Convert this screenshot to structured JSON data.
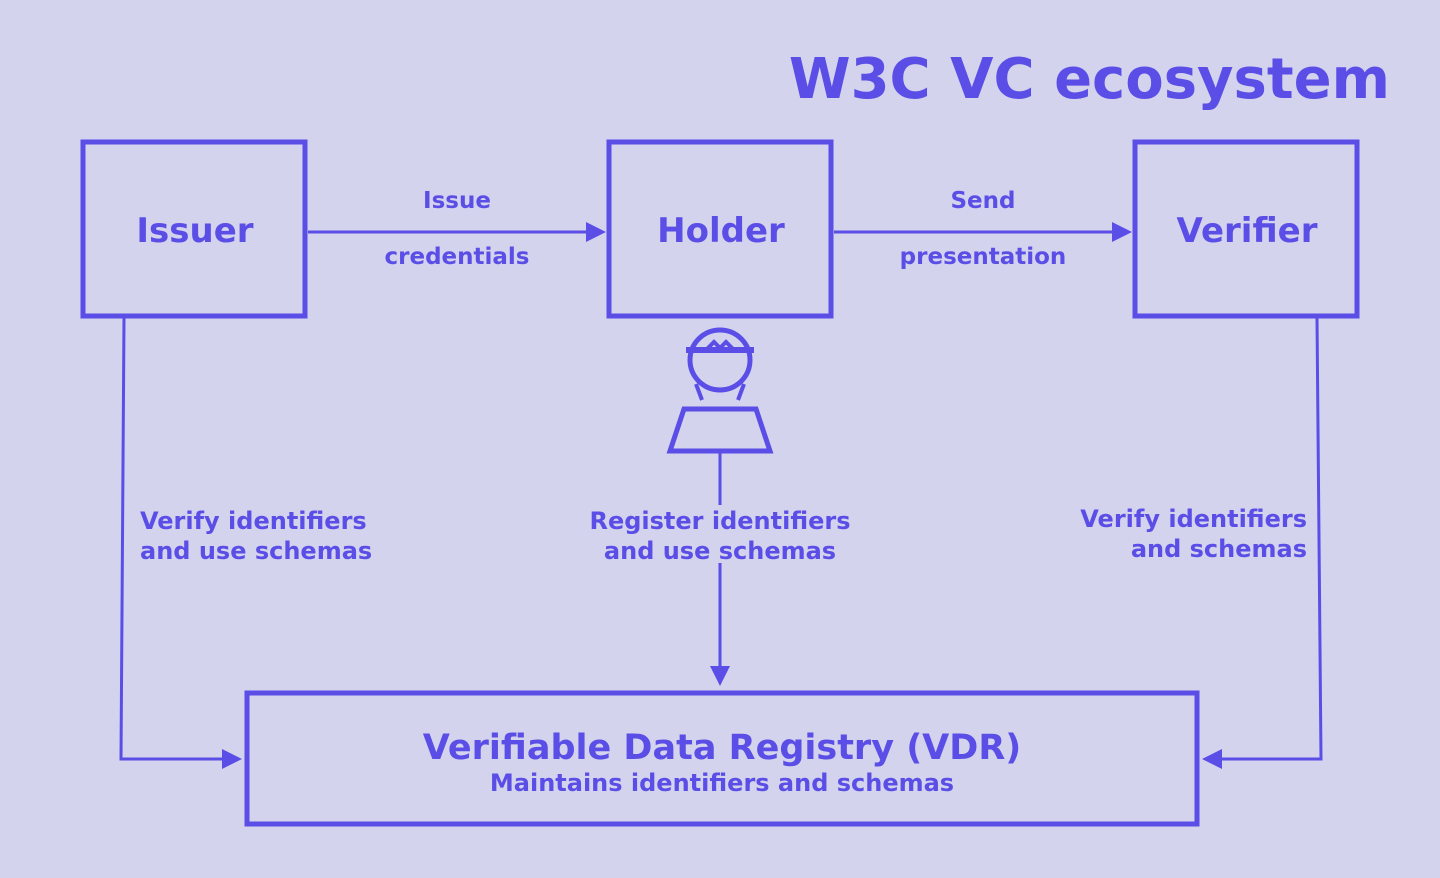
{
  "title": "W3C VC ecosystem",
  "colors": {
    "background": "#d3d3ee",
    "accent": "#5b4ee6"
  },
  "nodes": {
    "issuer": "Issuer",
    "holder": "Holder",
    "verifier": "Verifier"
  },
  "edges": {
    "issue_line1": "Issue",
    "issue_line2": "credentials",
    "send_line1": "Send",
    "send_line2": "presentation"
  },
  "side_labels": {
    "issuer_line1": "Verify identifiers",
    "issuer_line2": "and use schemas",
    "holder_line1": "Register identifiers",
    "holder_line2": "and use schemas",
    "verifier_line1": "Verify identifiers",
    "verifier_line2": "and schemas"
  },
  "vdr": {
    "title": "Verifiable Data Registry (VDR)",
    "subtitle": "Maintains identifiers and schemas"
  },
  "icons": {
    "holder_person": "person-icon"
  }
}
